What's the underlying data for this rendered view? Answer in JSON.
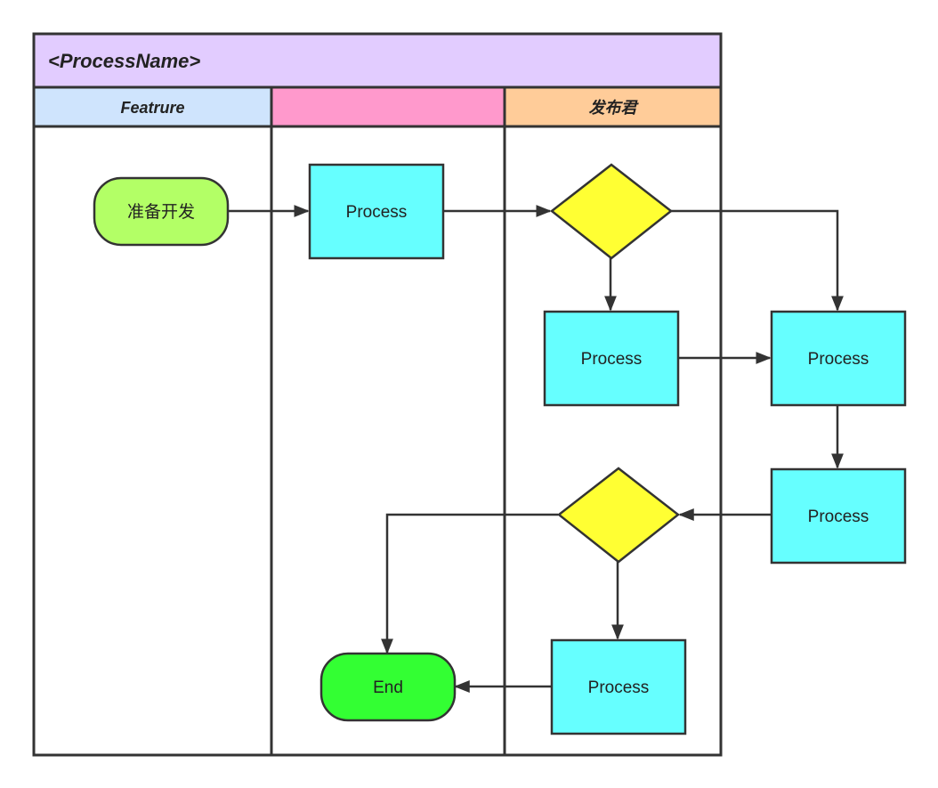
{
  "diagram": {
    "title": "<ProcessName>",
    "lanes": [
      {
        "label": "Featrure",
        "color": "#cfe4fd"
      },
      {
        "label": "",
        "color": "#ff99cc"
      },
      {
        "label": "发布君",
        "color": "#ffcc99"
      }
    ],
    "title_color": "#e2ccff",
    "nodes": {
      "start": {
        "label": "准备开发",
        "color": "#b3ff66"
      },
      "process_1": {
        "label": "Process",
        "color": "#66ffff"
      },
      "decision_1": {
        "label": "",
        "color": "#ffff33"
      },
      "process_2": {
        "label": "Process",
        "color": "#66ffff"
      },
      "process_3": {
        "label": "Process",
        "color": "#66ffff"
      },
      "process_4": {
        "label": "Process",
        "color": "#66ffff"
      },
      "decision_2": {
        "label": "",
        "color": "#ffff33"
      },
      "process_5": {
        "label": "Process",
        "color": "#66ffff"
      },
      "end": {
        "label": "End",
        "color": "#33ff33"
      }
    },
    "edges": [
      {
        "from": "start",
        "to": "process_1"
      },
      {
        "from": "process_1",
        "to": "decision_1"
      },
      {
        "from": "decision_1",
        "to": "process_2"
      },
      {
        "from": "decision_1",
        "to": "process_3"
      },
      {
        "from": "process_2",
        "to": "process_3"
      },
      {
        "from": "process_3",
        "to": "process_4"
      },
      {
        "from": "process_4",
        "to": "decision_2"
      },
      {
        "from": "decision_2",
        "to": "process_5"
      },
      {
        "from": "decision_2",
        "to": "end"
      },
      {
        "from": "process_5",
        "to": "end"
      }
    ]
  }
}
